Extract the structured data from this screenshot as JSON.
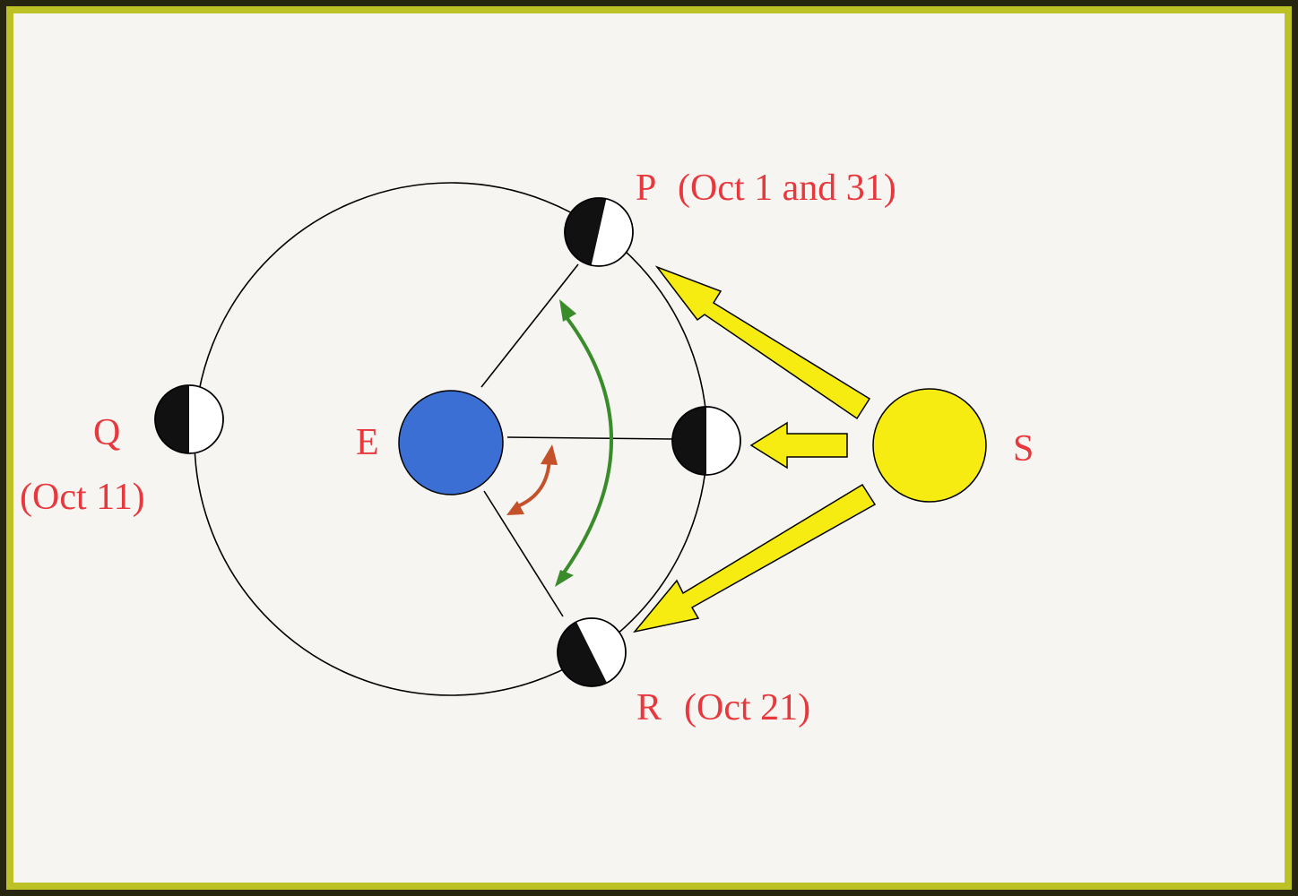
{
  "colors": {
    "label": "#e8383d",
    "earth": "#3b6fd4",
    "sun": "#f7ec11",
    "green_arrow": "#3a8c2a",
    "red_arrow": "#c4512a",
    "frame_outer": "#26250f",
    "frame_inner": "#bcc125",
    "background": "#f6f5f2"
  },
  "labels": {
    "earth": "E",
    "sun": "S",
    "p_letter": "P",
    "p_date": "(Oct 1 and 31)",
    "q_letter": "Q",
    "q_date": "(Oct 11)",
    "r_letter": "R",
    "r_date": "(Oct 21)"
  }
}
